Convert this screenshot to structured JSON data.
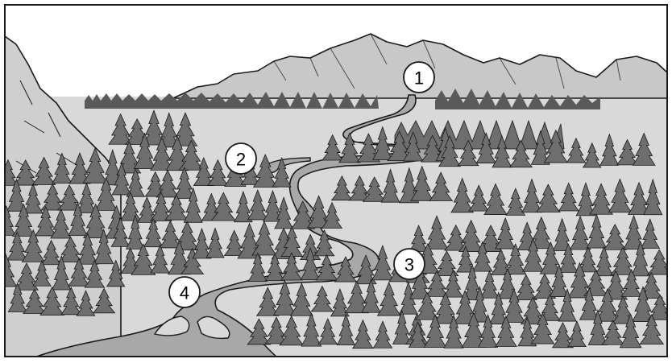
{
  "labels": [
    {
      "id": "1",
      "text": "1"
    },
    {
      "id": "2",
      "text": "2"
    },
    {
      "id": "3",
      "text": "3"
    },
    {
      "id": "4",
      "text": "4"
    }
  ],
  "colors": {
    "sky": "#ffffff",
    "ground": "#d9d9d9",
    "mountain": "#c8c8c8",
    "river": "#a8a8a8",
    "tree": "#6e6e6e",
    "outline": "#1a1a1a",
    "badge_fill": "#ffffff"
  }
}
